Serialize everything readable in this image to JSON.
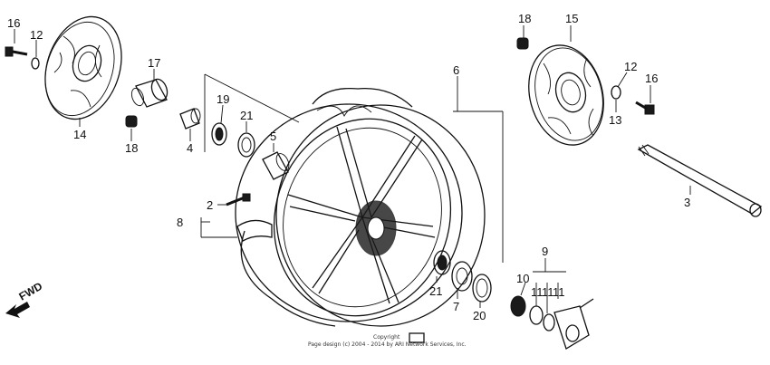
{
  "labels": {
    "l16a": "16",
    "l12a": "12",
    "l14": "14",
    "l17": "17",
    "l18a": "18",
    "l19": "19",
    "l4": "4",
    "l21a": "21",
    "l5": "5",
    "l2": "2",
    "l8": "8",
    "l6": "6",
    "l18b": "18",
    "l15": "15",
    "l12b": "12",
    "l16b": "16",
    "l13": "13",
    "l3": "3",
    "l9": "9",
    "l10": "10",
    "l11a": "11",
    "l11b": "11",
    "l11c": "11",
    "l21b": "21",
    "l7": "7",
    "l20": "20"
  },
  "direction": "FWD",
  "copyright": {
    "line1": "Copyright",
    "line2": "Page design (c) 2004 - 2014 by ARI Network Services, Inc."
  }
}
